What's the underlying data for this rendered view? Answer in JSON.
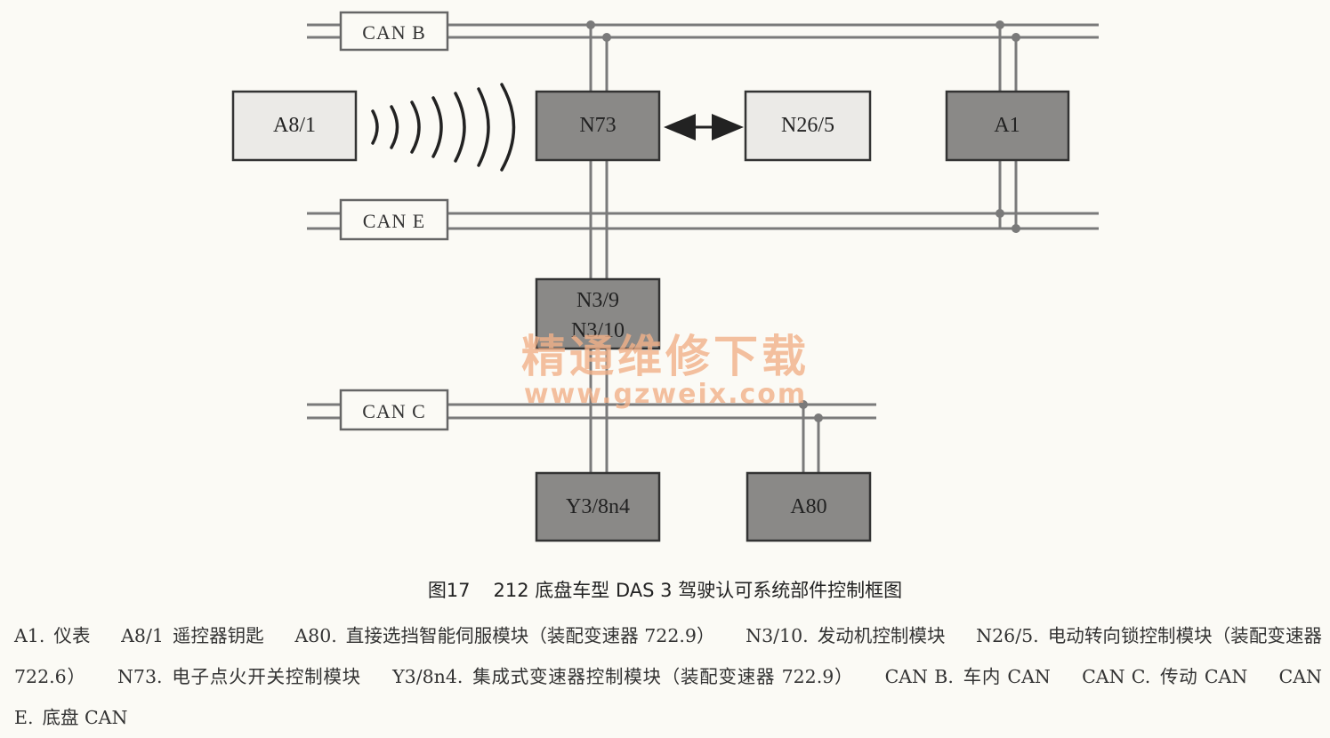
{
  "buses": [
    {
      "id": "can-b",
      "label": "CAN B"
    },
    {
      "id": "can-e",
      "label": "CAN E"
    },
    {
      "id": "can-c",
      "label": "CAN C"
    }
  ],
  "nodes": [
    {
      "id": "a8-1",
      "label": "A8/1",
      "shade": "light"
    },
    {
      "id": "n73",
      "label": "N73",
      "shade": "dark"
    },
    {
      "id": "n26-5",
      "label": "N26/5",
      "shade": "light"
    },
    {
      "id": "a1",
      "label": "A1",
      "shade": "dark"
    },
    {
      "id": "n3",
      "label_line1": "N3/9",
      "label_line2": "N3/10",
      "shade": "dark"
    },
    {
      "id": "y3",
      "label": "Y3/8n4",
      "shade": "dark"
    },
    {
      "id": "a80",
      "label": "A80",
      "shade": "dark"
    }
  ],
  "colors": {
    "dark_box": "#8a8987",
    "light_box": "#ebeae7",
    "line": "#7a7a7a",
    "watermark": "#f2b189"
  },
  "watermark": {
    "text_cn": "精通维修下载",
    "url": "www.gzweix.com"
  },
  "caption": {
    "number": "图17",
    "title": "212 底盘车型 DAS 3 驾驶认可系统部件控制框图"
  },
  "legend": [
    {
      "key": "A1.",
      "desc": "仪表"
    },
    {
      "key": "A8/1",
      "desc": "遥控器钥匙"
    },
    {
      "key": "A80.",
      "desc": "直接选挡智能伺服模块（装配变速器 722.9）"
    },
    {
      "key": "N3/10.",
      "desc": "发动机控制模块"
    },
    {
      "key": "N26/5.",
      "desc": "电动转向锁控制模块（装配变速器 722.6）"
    },
    {
      "key": "N73.",
      "desc": "电子点火开关控制模块"
    },
    {
      "key": "Y3/8n4.",
      "desc": "集成式变速器控制模块（装配变速器 722.9）"
    },
    {
      "key": "CAN B.",
      "desc": "车内 CAN"
    },
    {
      "key": "CAN C.",
      "desc": "传动 CAN"
    },
    {
      "key": "CAN E.",
      "desc": "底盘 CAN"
    }
  ]
}
